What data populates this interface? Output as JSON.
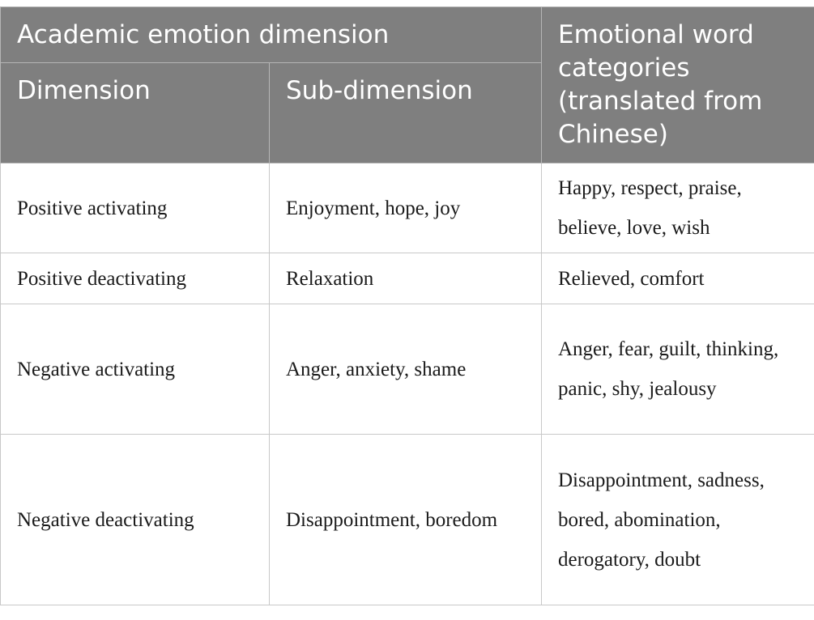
{
  "header": {
    "group_label": "Academic emotion dimension",
    "dimension_label": "Dimension",
    "subdimension_label": "Sub-dimension",
    "words_label": "Emotional word categories (translated from Chinese)"
  },
  "rows": [
    {
      "dimension": "Positive activating",
      "subdimension": "Enjoyment, hope, joy",
      "words": "Happy, respect, praise, believe, love, wish"
    },
    {
      "dimension": "Positive deactivating",
      "subdimension": "Relaxation",
      "words": "Relieved, comfort"
    },
    {
      "dimension": "Negative activating",
      "subdimension": "Anger, anxiety, shame",
      "words": "Anger, fear, guilt, thinking, panic, shy, jealousy"
    },
    {
      "dimension": "Negative deactivating",
      "subdimension": "Disappointment, boredom",
      "words": "Disappointment, sadness, bored, abomination, derogatory, doubt"
    }
  ],
  "colors": {
    "header_bg": "#7f7f7f",
    "header_text": "#ffffff",
    "border": "#c8c8c8"
  }
}
